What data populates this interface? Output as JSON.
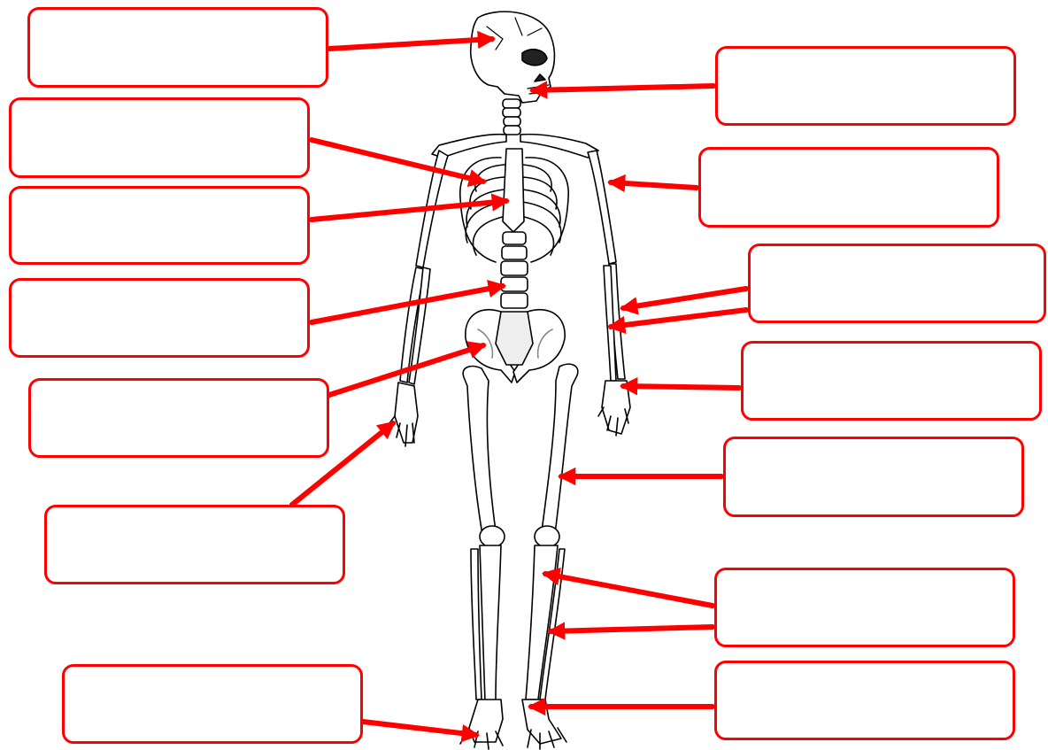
{
  "diagram": {
    "subject": "human-skeleton-front-view",
    "label_boxes": [
      {
        "id": "b1",
        "text": ""
      },
      {
        "id": "b2",
        "text": ""
      },
      {
        "id": "b3",
        "text": ""
      },
      {
        "id": "b4",
        "text": ""
      },
      {
        "id": "b5",
        "text": ""
      },
      {
        "id": "b6",
        "text": ""
      },
      {
        "id": "b7",
        "text": ""
      },
      {
        "id": "b8",
        "text": ""
      },
      {
        "id": "b9",
        "text": ""
      },
      {
        "id": "b10",
        "text": ""
      },
      {
        "id": "b11",
        "text": ""
      },
      {
        "id": "b12",
        "text": ""
      },
      {
        "id": "b13",
        "text": ""
      },
      {
        "id": "b14",
        "text": ""
      }
    ],
    "colors": {
      "box_border": "#ff0000",
      "arrow": "#ff0000",
      "bone_fill": "#ffffff",
      "bone_outline": "#000000",
      "bone_shading": "#bdbdbd"
    }
  }
}
